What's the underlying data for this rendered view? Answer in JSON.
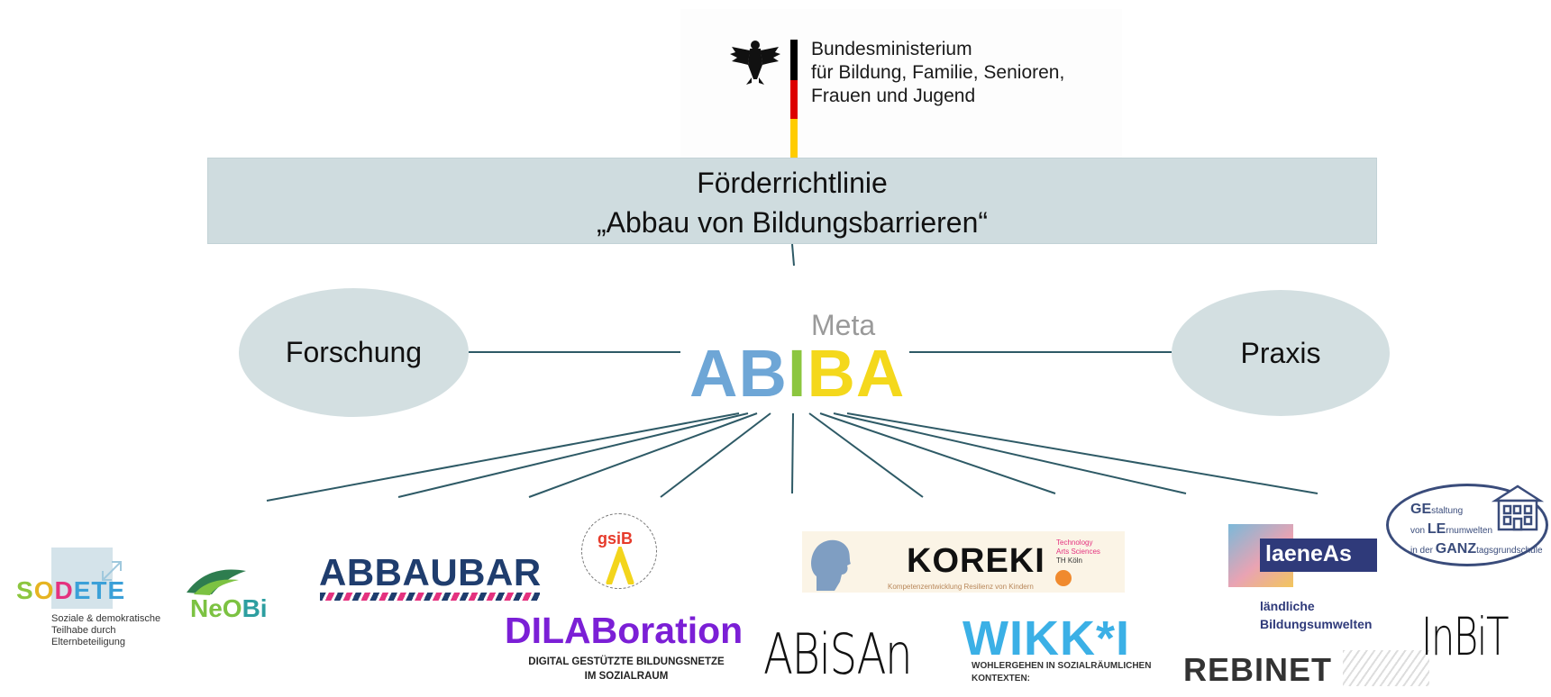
{
  "ministry": {
    "lines": [
      "Bundesministerium",
      "für Bildung, Familie, Senioren,",
      "Frauen und Jugend"
    ],
    "flag_colors": [
      "#000000",
      "#dd0000",
      "#ffcc00"
    ]
  },
  "banner": {
    "line1": "Förderrichtlinie",
    "line2": "„Abbau von Bildungsbarrieren“",
    "color": "#cfdcdf"
  },
  "left_node": {
    "label": "Forschung"
  },
  "right_node": {
    "label": "Praxis"
  },
  "center": {
    "meta": "Meta",
    "letters": [
      {
        "ch": "A",
        "color": "#6ea6d6"
      },
      {
        "ch": "B",
        "color": "#6ea6d6"
      },
      {
        "ch": "I",
        "color": "#8cc63f"
      },
      {
        "ch": "B",
        "color": "#f4d81c"
      },
      {
        "ch": "A",
        "color": "#f4d81c"
      }
    ]
  },
  "connector_color": "#2e5a66",
  "projects": {
    "sodete": {
      "name_letters": [
        {
          "ch": "S",
          "color": "#8cc63f"
        },
        {
          "ch": "O",
          "color": "#e6b422"
        },
        {
          "ch": "D",
          "color": "#e4327f"
        },
        {
          "ch": "E",
          "color": "#3ba0d8"
        },
        {
          "ch": "T",
          "color": "#3ba0d8"
        },
        {
          "ch": "E",
          "color": "#3ba0d8"
        }
      ],
      "sub": [
        "Soziale & demokratische",
        "Teilhabe durch",
        "Elternbeteiligung"
      ]
    },
    "neobi": {
      "name_a": "NeO",
      "name_b": "Bi"
    },
    "abbaubar": {
      "name": "ABBAUBAR"
    },
    "gsib": {
      "name": "gsiB"
    },
    "dilaboration": {
      "name": "DILABoration",
      "sub": [
        "DIGITAL GESTÜTZTE BILDUNGSNETZE",
        "IM SOZIALRAUM"
      ]
    },
    "abisan": {
      "name": "ABiSAn"
    },
    "koreki": {
      "name": "KOREKI",
      "sub": "Kompetenzentwicklung Resilienz von Kindern",
      "th": [
        "Technology",
        "Arts Sciences",
        "TH Köln"
      ]
    },
    "wikki": {
      "name": "WIKK*I",
      "sub": [
        "WOHLERGEHEN IN SOZIALRÄUMLICHEN",
        "KONTEXTEN:"
      ]
    },
    "laeneas": {
      "name": "laeneAs",
      "sub": [
        "ländliche",
        "Bildungsumwelten"
      ]
    },
    "gelegan": {
      "lines": [
        {
          "big": "GE",
          "small": "staltung"
        },
        {
          "pre": "von ",
          "big": "LE",
          "small": "rnumwelten"
        },
        {
          "pre": "in der ",
          "big": "GANZ",
          "small": "tagsgrundschule"
        }
      ]
    },
    "rebinet": {
      "name": "REBINET"
    },
    "inbit": {
      "name": "InBiT"
    }
  }
}
